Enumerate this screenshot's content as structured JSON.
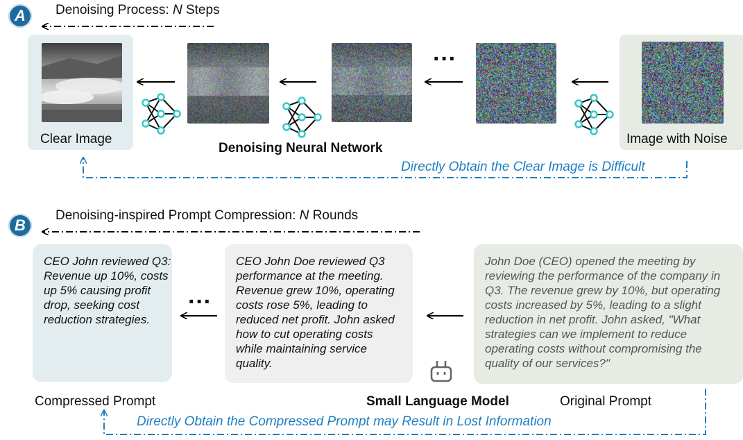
{
  "section_a": {
    "badge": "A",
    "title_prefix": "Denoising Process: ",
    "title_var": "N",
    "title_suffix": " Steps",
    "clear_label": "Clear Image",
    "noise_label": "Image with Noise",
    "network_label": "Denoising Neural Network",
    "ellipsis": "···",
    "note": "Directly Obtain the Clear Image is Difficult"
  },
  "section_b": {
    "badge": "B",
    "title_prefix": "Denoising-inspired Prompt Compression: ",
    "title_var": "N",
    "title_suffix": " Rounds",
    "compressed_text": "CEO John reviewed Q3: Revenue up 10%, costs up 5% causing profit drop, seeking cost reduction strategies.",
    "middle_text": "CEO John Doe reviewed Q3 performance at the meeting. Revenue grew 10%, operating costs rose 5%, leading to reduced net profit. John asked how to cut operating costs while maintaining service quality.",
    "original_text": "John Doe (CEO) opened the meeting by reviewing the performance of the company in Q3. The revenue grew by 10%, but operating costs increased by 5%, leading to a slight reduction in net profit. John asked, \"What strategies can we implement to reduce operating costs without compromising the quality of our services?\"",
    "compressed_label": "Compressed Prompt",
    "model_label": "Small Language Model",
    "original_label": "Original Prompt",
    "ellipsis": "···",
    "note": "Directly Obtain the Compressed Prompt may Result in Lost Information"
  },
  "colors": {
    "badge": "#1c6b9c",
    "panel_blue": "#e3ecef",
    "panel_gray": "#efefef",
    "panel_green": "#e6ebe3",
    "note_blue": "#1f7fc2",
    "node_teal": "#35c9c9"
  },
  "icons": [
    "neural-network-icon",
    "robot-icon",
    "arrow-left-icon"
  ]
}
